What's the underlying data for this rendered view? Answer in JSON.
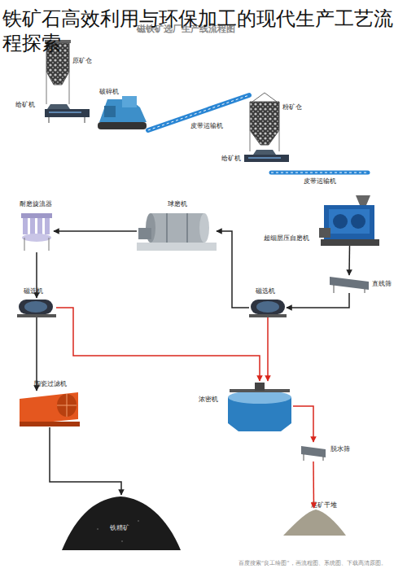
{
  "diagram": {
    "title": "铁矿石高效利用与环保加工的现代生产工艺流程探索",
    "nodes": [
      {
        "text": [
          "原矿仓"
        ]
      },
      {
        "text": [
          "给矿机"
        ]
      },
      {
        "text": [
          "破碎机"
        ]
      },
      {
        "text": [
          "皮带运输机"
        ]
      },
      {
        "text": [
          "粉矿仓"
        ]
      },
      {
        "text": [
          "给矿机"
        ]
      },
      {
        "text": [
          "皮带运输机"
        ]
      },
      {
        "text": [
          "超细层压自磨机"
        ]
      },
      {
        "text": [
          "直线筛"
        ]
      },
      {
        "text": [
          "磁选机"
        ]
      },
      {
        "text": [
          "球磨机"
        ]
      },
      {
        "text": [
          "耐磨旋流器"
        ]
      },
      {
        "text": [
          "磁选机"
        ]
      },
      {
        "text": [
          "陶瓷过滤机"
        ]
      },
      {
        "text": [
          "铁精矿"
        ]
      },
      {
        "text": [
          "浓密机"
        ]
      },
      {
        "text": [
          "脱水筛"
        ]
      },
      {
        "text": [
          "尾矿干堆"
        ]
      }
    ],
    "edges": [
      {
        "from": 7,
        "to": 8,
        "arrow": "to"
      },
      {
        "from": 8,
        "to": 9,
        "arrow": "to"
      },
      {
        "from": 9,
        "to": 10,
        "arrow": "to"
      },
      {
        "from": 10,
        "to": 11,
        "arrow": "to"
      },
      {
        "from": 11,
        "to": 12,
        "arrow": "to"
      },
      {
        "from": 12,
        "to": 13,
        "arrow": "to"
      },
      {
        "from": 13,
        "to": 14,
        "arrow": "to"
      },
      {
        "from": 12,
        "to": 15,
        "arrow": "to"
      },
      {
        "from": 9,
        "to": 15,
        "arrow": "to"
      },
      {
        "from": 15,
        "to": 16,
        "arrow": "to"
      },
      {
        "from": 16,
        "to": 17,
        "arrow": "to"
      }
    ],
    "labels": [
      "磁铁矿选厂生产线流程图",
      "百度搜索“良工绘图”，画流程图、系统图、下载高清原图。"
    ]
  }
}
